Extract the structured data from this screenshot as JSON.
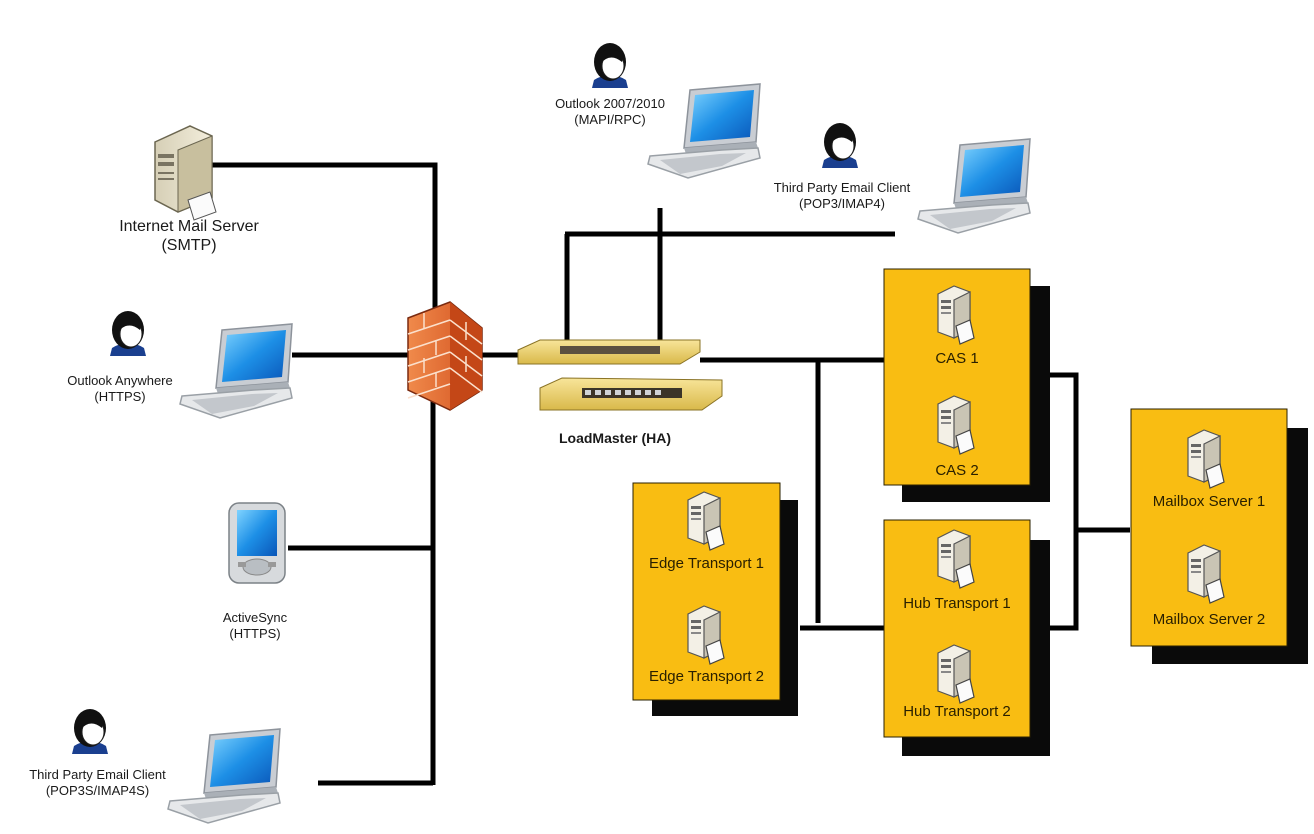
{
  "clients": {
    "internet_mail_server": {
      "name": "Internet Mail Server",
      "protocol": "(SMTP)"
    },
    "outlook_anywhere": {
      "name": "Outlook Anywhere",
      "protocol": "(HTTPS)"
    },
    "activesync": {
      "name": "ActiveSync",
      "protocol": "(HTTPS)"
    },
    "third_party_secure": {
      "name": "Third Party Email Client",
      "protocol": "(POP3S/IMAP4S)"
    },
    "outlook_2007": {
      "name": "Outlook 2007/2010",
      "protocol": "(MAPI/RPC)"
    },
    "third_party": {
      "name": "Third Party Email Client",
      "protocol": "(POP3/IMAP4)"
    }
  },
  "loadmaster": {
    "label": "LoadMaster  (HA)"
  },
  "servers": {
    "cas1": "CAS 1",
    "cas2": "CAS 2",
    "edge1": "Edge Transport 1",
    "edge2": "Edge Transport 2",
    "hub1": "Hub Transport 1",
    "hub2": "Hub Transport 2",
    "mbx1": "Mailbox Server 1",
    "mbx2": "Mailbox Server 2"
  },
  "colors": {
    "server_group_fill": "#f9bd12",
    "shadow": "#0a0a0a",
    "link": "#000000",
    "firewall": "#e4672c",
    "laptop_screen": "#1d8fe6",
    "loadmaster": "#f1d774"
  }
}
